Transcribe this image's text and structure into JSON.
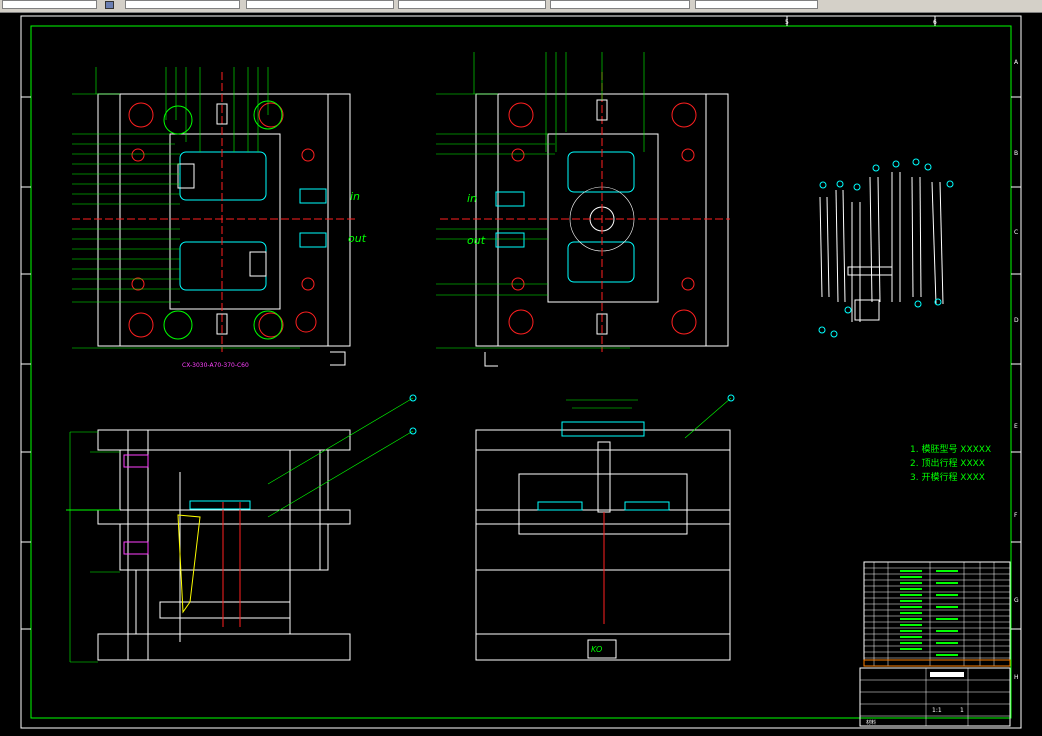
{
  "toolbar": {
    "fields": [
      {
        "label": "",
        "name": "layer-dropdown"
      },
      {
        "label": "",
        "name": "color-dropdown"
      },
      {
        "label": "",
        "name": "linetype-dropdown"
      },
      {
        "label": "",
        "name": "lineweight-dropdown"
      },
      {
        "label": "",
        "name": "plotstyle-dropdown"
      }
    ]
  },
  "drawing": {
    "border_columns": [
      "5",
      "6"
    ],
    "border_rows": [
      "A",
      "B",
      "C",
      "D",
      "E",
      "F",
      "G",
      "H"
    ],
    "flow_labels": {
      "in_right": "in",
      "out_right": "out",
      "in_left": "in",
      "out_left": "out"
    },
    "plan_caption": "CX-3030-A70-370-C60",
    "ko_label": "KO",
    "notes": [
      "1. 模胚型号 XXXXX",
      "2. 顶出行程 XXXX",
      "3. 开模行程 XXXX"
    ],
    "title_block": {
      "part_label": "材料",
      "sheet": "1",
      "scale": "1:1"
    }
  },
  "colors": {
    "background": "#000000",
    "frame": "#00ff00",
    "outline": "#ffffff",
    "center": "#ff2020",
    "cyan": "#00ffff",
    "magenta": "#ff40ff",
    "green": "#00ff00",
    "yellow": "#ffff00"
  }
}
